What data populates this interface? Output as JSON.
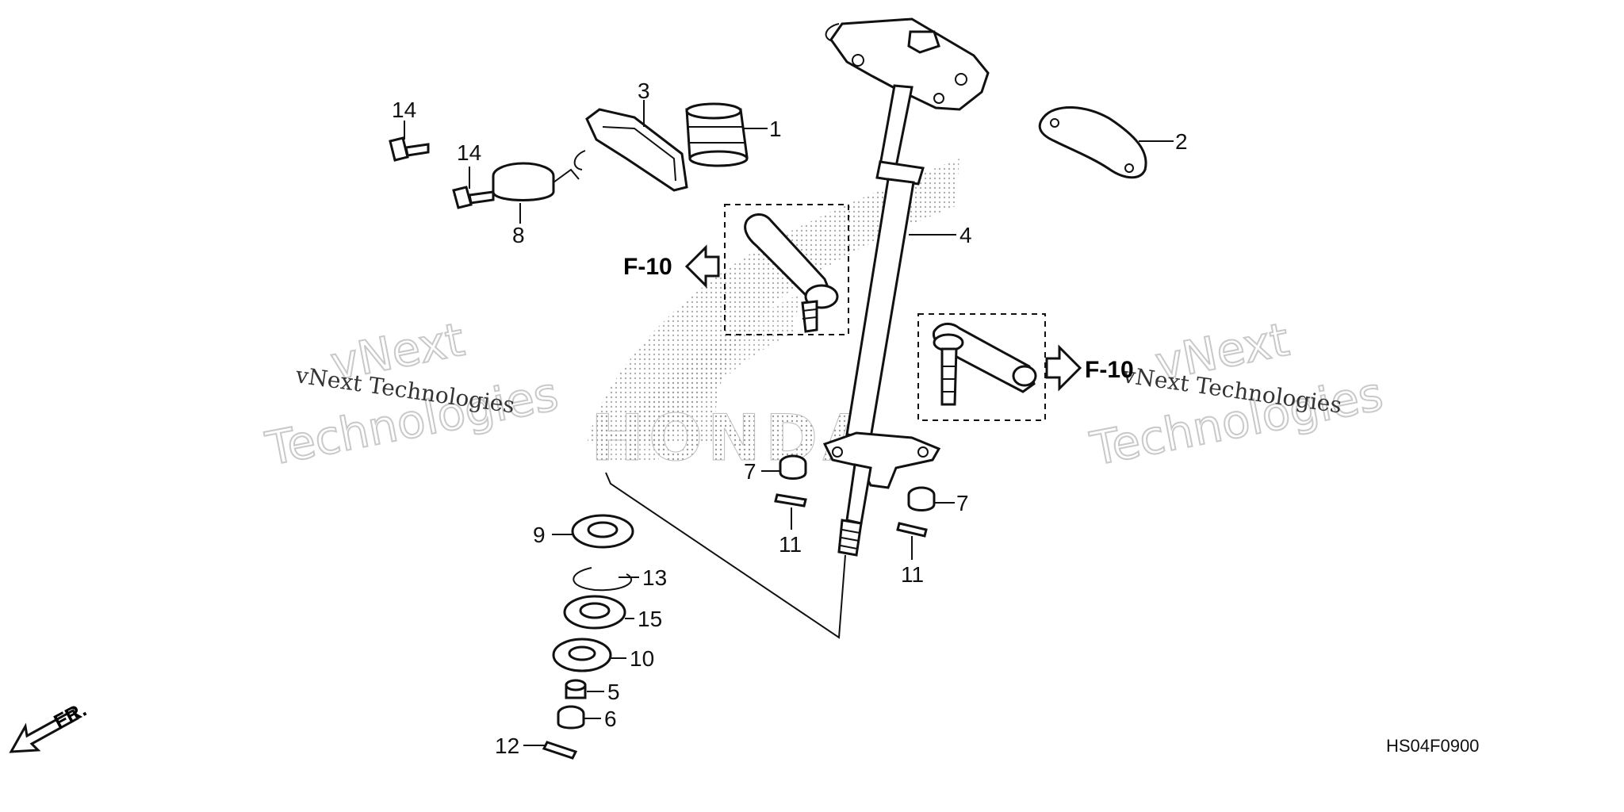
{
  "callouts": {
    "c1": "1",
    "c2": "2",
    "c3": "3",
    "c4": "4",
    "c5": "5",
    "c6": "6",
    "c7a": "7",
    "c7b": "7",
    "c8": "8",
    "c9": "9",
    "c10": "10",
    "c11a": "11",
    "c11b": "11",
    "c12": "12",
    "c13": "13",
    "c14a": "14",
    "c14b": "14",
    "c15": "15"
  },
  "refs": {
    "left": "F-10",
    "right": "F-10"
  },
  "watermarks": {
    "small": "vNext Technologies",
    "big_line1": "vNext",
    "big_line2": "Technologies",
    "background_logo": "HONDA"
  },
  "direction_label": "FR.",
  "diagram_code": "HS04F0900"
}
